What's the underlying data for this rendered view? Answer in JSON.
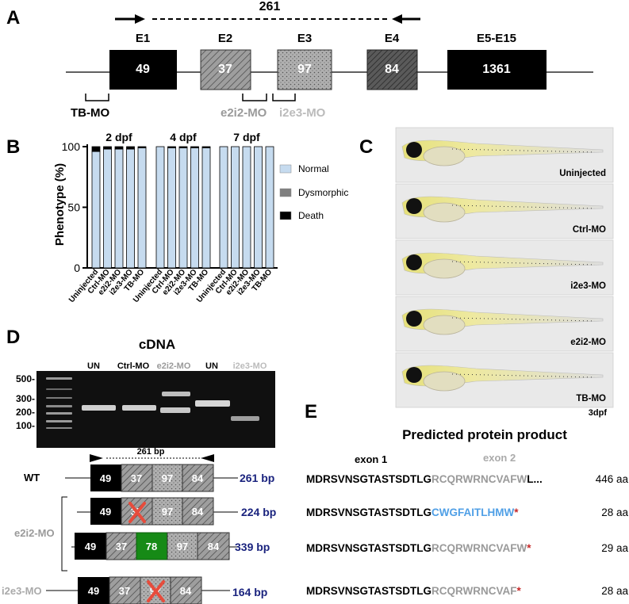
{
  "panels": {
    "a": "A",
    "b": "B",
    "c": "C",
    "d": "D",
    "e": "E"
  },
  "gene": {
    "amplicon": "261",
    "exons": [
      {
        "name": "E1",
        "len": "49",
        "style": "black"
      },
      {
        "name": "E2",
        "len": "37",
        "style": "hatch"
      },
      {
        "name": "E3",
        "len": "97",
        "style": "dots"
      },
      {
        "name": "E4",
        "len": "84",
        "style": "darkhatch"
      },
      {
        "name": "E5-E15",
        "len": "1361",
        "style": "black"
      }
    ],
    "morpholinos": [
      "TB-MO",
      "e2i2-MO",
      "i2e3-MO"
    ]
  },
  "chart_data": {
    "type": "bar",
    "stacked": true,
    "ylabel": "Phenotype (%)",
    "ylim": [
      0,
      100
    ],
    "yticks": [
      0,
      50,
      100
    ],
    "groups": [
      "2 dpf",
      "4 dpf",
      "7 dpf"
    ],
    "categories": [
      "Uninjected",
      "Ctrl-MO",
      "e2i2-MO",
      "i2e3-MO",
      "TB-MO"
    ],
    "legend": [
      "Normal",
      "Dysmorphic",
      "Death"
    ],
    "colors": {
      "Normal": "#c6dbef",
      "Dysmorphic": "#7f7f7f",
      "Death": "#000000"
    },
    "series": [
      {
        "name": "Normal",
        "values": [
          [
            96,
            98,
            98,
            98,
            99
          ],
          [
            100,
            99,
            99,
            99,
            99
          ],
          [
            100,
            100,
            100,
            100,
            100
          ]
        ]
      },
      {
        "name": "Dysmorphic",
        "values": [
          [
            0,
            0,
            0,
            0,
            0
          ],
          [
            0,
            0,
            0,
            0,
            0
          ],
          [
            0,
            0,
            0,
            0,
            0
          ]
        ]
      },
      {
        "name": "Death",
        "values": [
          [
            4,
            2,
            2,
            2,
            1
          ],
          [
            0,
            1,
            1,
            1,
            1
          ],
          [
            0,
            0,
            0,
            0,
            0
          ]
        ]
      }
    ]
  },
  "larvae": {
    "labels": [
      "Uninjected",
      "Ctrl-MO",
      "i2e3-MO",
      "e2i2-MO",
      "TB-MO"
    ],
    "stage": "3dpf"
  },
  "gel": {
    "title": "cDNA",
    "lanes": [
      "UN",
      "Ctrl-MO",
      "e2i2-MO",
      "UN",
      "i2e3-MO"
    ],
    "markers": [
      "500-",
      "300-",
      "200-",
      "100-"
    ],
    "amplicon_label": "261 bp"
  },
  "transcripts": [
    {
      "label": "WT",
      "size": "261 bp"
    },
    {
      "label": "e2i2-MO",
      "size": "224 bp"
    },
    {
      "label": "",
      "size": "339 bp",
      "inserted": "78"
    },
    {
      "label": "i2e3-MO",
      "size": "164 bp"
    }
  ],
  "protein": {
    "title": "Predicted protein product",
    "exon1": "exon 1",
    "exon2": "exon 2",
    "rows": [
      {
        "prefix": "MDRSVNSGTASTSDTLG",
        "tail": "RCQRWRNCVAFW",
        "end": "L...",
        "length": "446 aa"
      },
      {
        "prefix": "MDRSVNSGTASTSDTLG",
        "tail": "CWGFAITLHMW",
        "end": "*",
        "length": "28 aa"
      },
      {
        "prefix": "MDRSVNSGTASTSDTLG",
        "tail": "RCQRWRNCVAFW",
        "end": "*",
        "length": "29 aa"
      },
      {
        "prefix": "MDRSVNSGTASTSDTLG",
        "tail": "RCQRWRNCVAF",
        "end": "*",
        "length": "28 aa"
      }
    ]
  }
}
